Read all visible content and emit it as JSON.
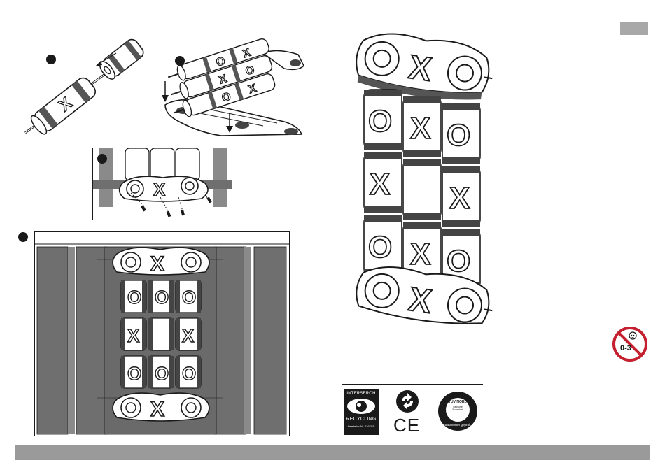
{
  "steps": [
    {
      "marker": "",
      "id": "step1"
    },
    {
      "marker": "",
      "id": "step2"
    },
    {
      "marker": "",
      "id": "step3"
    },
    {
      "marker": "",
      "id": "step4"
    }
  ],
  "logos": {
    "interseroh_top": "INTERSEROH",
    "interseroh_bottom": "RECYCLING",
    "interseroh_number": "Hersteller-Nr. 11670/5",
    "ce_mark": "CE",
    "tuv_top": "TÜV NORD",
    "tuv_inner": "Geprüfte Sicherheit",
    "tuv_bottom": "Baumuster geprüft"
  },
  "age_warning": {
    "label": "0-3",
    "color": "#c4202f"
  },
  "colors": {
    "ink": "#1a1a1a",
    "wood": "#6f6f6f",
    "bar": "#9a9a9a",
    "page_tab": "#a8a8a8"
  }
}
